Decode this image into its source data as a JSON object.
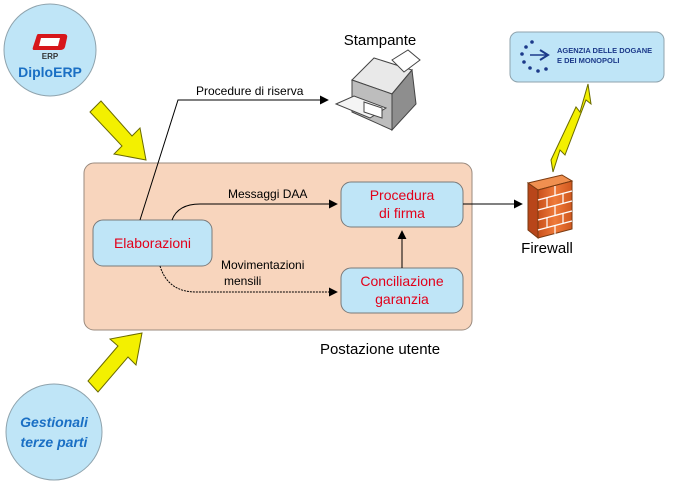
{
  "diploerp": {
    "logo_text": "ERP",
    "label": "DiploERP"
  },
  "gestionali": {
    "line1": "Gestionali",
    "line2": "terze parti"
  },
  "printer": {
    "label": "Stampante"
  },
  "procedure_riserva": {
    "label": "Procedure di riserva"
  },
  "agenzia": {
    "line1": "AGENZIA DELLE DOGANE",
    "line2": "E DEI MONOPOLI"
  },
  "firewall": {
    "label": "Firewall"
  },
  "postazione": {
    "label": "Postazione utente"
  },
  "elaborazioni": {
    "label": "Elaborazioni"
  },
  "procedura_firma": {
    "line1": "Procedura",
    "line2": "di firma"
  },
  "conciliazione": {
    "line1": "Conciliazione",
    "line2": "garanzia"
  },
  "messaggi": {
    "label": "Messaggi DAA"
  },
  "movimentazioni": {
    "line1": "Movimentazioni",
    "line2": "mensili"
  },
  "colors": {
    "panel": "#f8d5bd",
    "box": "#bfe5f7",
    "box_text": "#e2001a",
    "circle": "#bfe5f7",
    "circle_text": "#1a6fc4",
    "arrow_yellow": "#f3f000"
  }
}
